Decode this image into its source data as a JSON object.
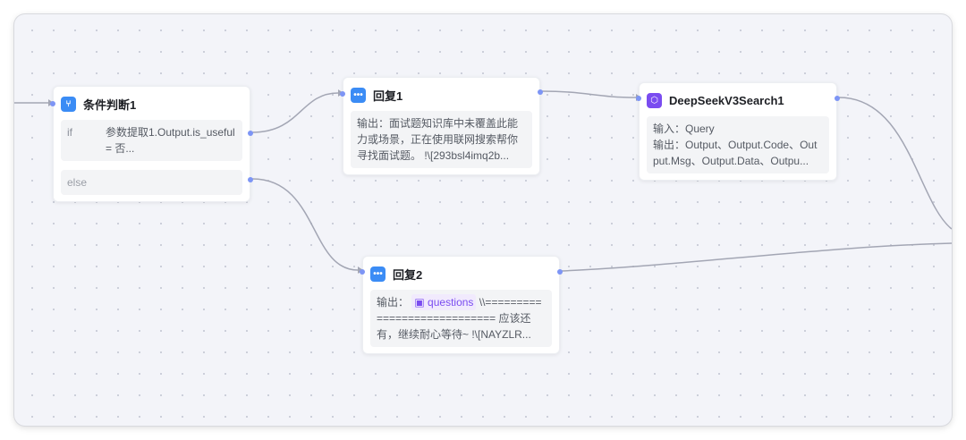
{
  "nodes": {
    "condition": {
      "title": "条件判断1",
      "if_label": "if",
      "if_expr": "参数提取1.Output.is_useful = 否...",
      "else_label": "else",
      "icon": "branch-icon"
    },
    "reply1": {
      "title": "回复1",
      "content": "输出：面试题知识库中未覆盖此能力或场景，正在使用联网搜索帮你寻找面试题。 !\\[293bsl4imq2b...",
      "icon": "chat-icon"
    },
    "search": {
      "title": "DeepSeekV3Search1",
      "input": "输入：Query",
      "output": "输出：Output、Output.Code、Output.Msg、Output.Data、Outpu...",
      "icon": "plugin-icon"
    },
    "reply2": {
      "title": "回复2",
      "prefix": "输出：",
      "variable": "questions",
      "content": "\\\\============================ 应该还有，继续耐心等待~ !\\[NAYZLR...",
      "icon": "chat-icon"
    }
  },
  "colors": {
    "accent": "#3b8cf5",
    "plugin": "#7a4cf0",
    "port": "#7d95f5",
    "edge": "#a3a6b4"
  }
}
